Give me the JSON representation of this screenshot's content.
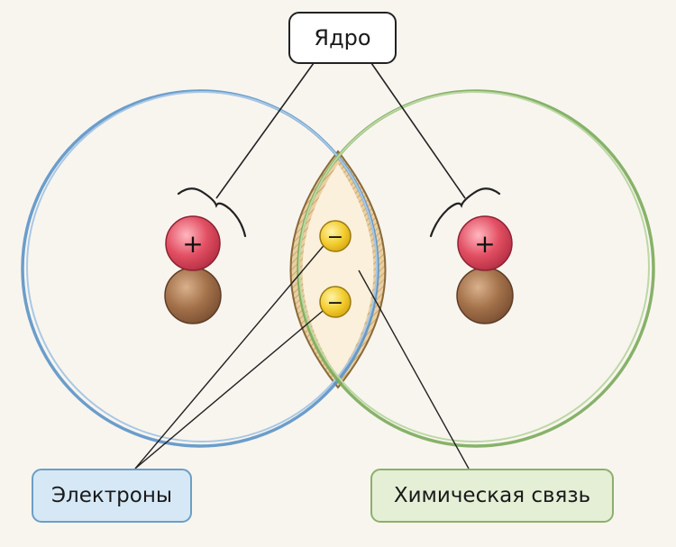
{
  "labels": {
    "nucleus": "Ядро",
    "electrons": "Электроны",
    "chemical_bond": "Химическая связь"
  },
  "symbols": {
    "proton": "+",
    "electron": "−"
  },
  "colors": {
    "background": "#f8f5ef",
    "left_atom_orbit": "#5b93c7",
    "right_atom_orbit": "#7aab5a",
    "bond_region": "#fbf0dc",
    "bond_outline": "#c49d5f",
    "proton": "#e24f63",
    "neutron": "#a3714a",
    "electron": "#f2cc2e"
  }
}
